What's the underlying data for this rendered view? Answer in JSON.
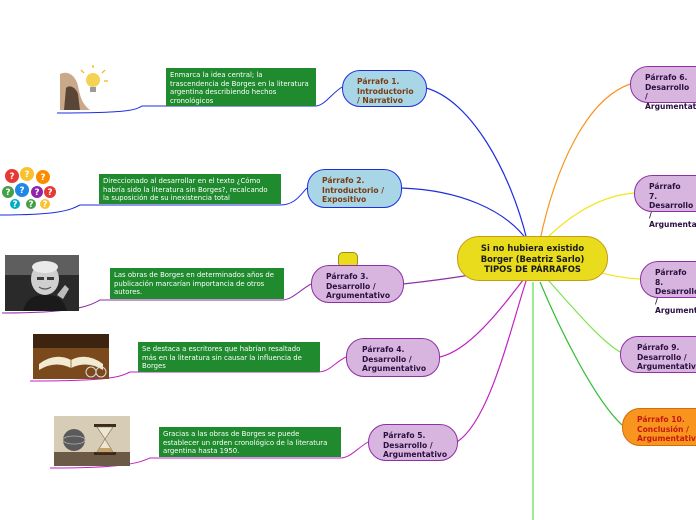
{
  "center": {
    "line1": "Si no hubiera existido",
    "line2": "Borger (Beatriz Sarlo)",
    "line3": "TIPOS DE PÁRRAFOS"
  },
  "left_nodes": [
    {
      "l1": "Párrafo 1.",
      "l2": "Introductorio",
      "l3": "/ Narrativo"
    },
    {
      "l1": "Párrafo 2.",
      "l2": "Introductorio /",
      "l3": "Expositivo"
    },
    {
      "l1": "Párrafo 3.",
      "l2": "Desarrollo /",
      "l3": "Argumentativo"
    },
    {
      "l1": "Párrafo 4.",
      "l2": "Desarrollo /",
      "l3": "Argumentativo"
    },
    {
      "l1": "Párrafo 5.",
      "l2": "Desarrollo /",
      "l3": "Argumentativo"
    }
  ],
  "right_nodes": [
    {
      "l1": "Párrafo 6.",
      "l2": "Desarrollo /",
      "l3": "Argumentativo"
    },
    {
      "l1": "Párrafo 7.",
      "l2": "Desarrollo /",
      "l3": "Argumentativo"
    },
    {
      "l1": "Párrafo 8.",
      "l2": "Desarrollo /",
      "l3": "Argumentativo"
    },
    {
      "l1": "Párrafo 9.",
      "l2": "Desarrollo /",
      "l3": "Argumentativo"
    },
    {
      "l1": "Párrafo 10.",
      "l2": "Conclusión /",
      "l3": "Argumentativo"
    }
  ],
  "notes": [
    {
      "l1": "Enmarca la idea central; la",
      "l2": "trascendencia de Borges en la literatura",
      "l3": "argentina describiendo hechos",
      "l4": "cronológicos"
    },
    {
      "l1": "Direccionado al desarrollar en el texto ¿Cómo",
      "l2": "habría sido la literatura sin Borges?, recalcando",
      "l3": "la suposición de su inexistencia total"
    },
    {
      "l1": "Las obras de Borges en determinados años de",
      "l2": "publicación  marcarían importancia de otros",
      "l3": "autores."
    },
    {
      "l1": "Se destaca a escritores que habrían resaltado",
      "l2": "más en la literatura sin causar la influencia de",
      "l3": "Borges"
    },
    {
      "l1": "Gracias a las obras de Borges se puede",
      "l2": "establecer un orden cronológico de la literatura",
      "l3": "argentina hasta 1950."
    }
  ],
  "images": [
    "lightbulb-image",
    "question-marks-image",
    "borges-portrait-image",
    "open-book-image",
    "hourglass-globe-image"
  ],
  "colors": {
    "center": "#e8dc1c",
    "note": "#1f8a2e",
    "purple_node": "#d7b5df",
    "blue_node": "#a8d6e6",
    "orange_node": "#f7951f"
  }
}
